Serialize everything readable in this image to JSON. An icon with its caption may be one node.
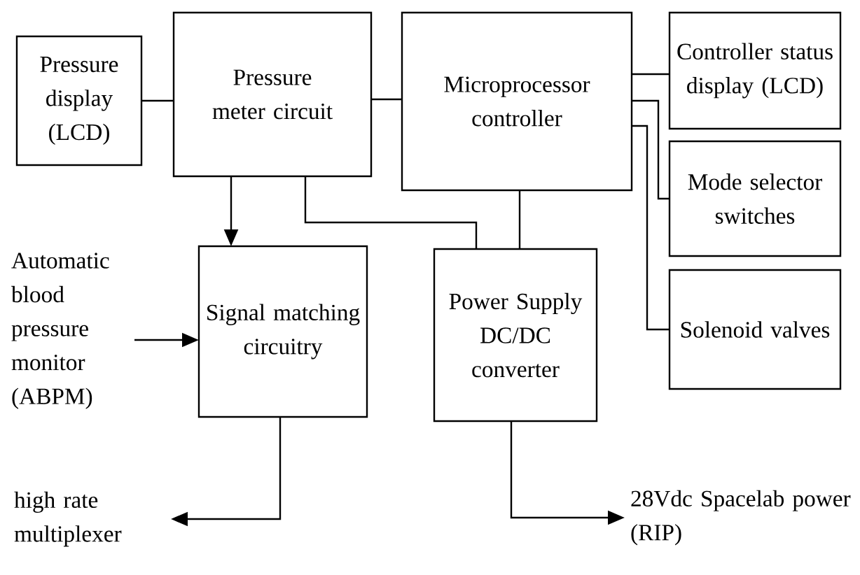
{
  "diagram": {
    "nodes": [
      {
        "text": [
          "Pressure display (LCD)"
        ]
      },
      {
        "text": [
          "Pressure meter circuit"
        ]
      },
      {
        "text": [
          "Microprocessor controller"
        ]
      },
      {
        "text": [
          "Controller status display (LCD)"
        ]
      },
      {
        "text": [
          "Mode selector switches"
        ]
      },
      {
        "text": [
          "Solenoid valves"
        ]
      },
      {
        "text": [
          "Automatic blood pressure monitor (ABPM)"
        ]
      },
      {
        "text": [
          "Signal matching circuitry"
        ]
      },
      {
        "text": [
          "Power Supply DC/DC converter"
        ]
      },
      {
        "text": [
          "high rate multiplexer"
        ]
      },
      {
        "text": [
          "28Vdc Spacelab power (RIP)"
        ]
      }
    ],
    "edges": [
      {
        "from": 0,
        "to": 1,
        "arrow": "none"
      },
      {
        "from": 1,
        "to": 2,
        "arrow": "none"
      },
      {
        "from": 2,
        "to": 3,
        "arrow": "none"
      },
      {
        "from": 2,
        "to": 4,
        "arrow": "none"
      },
      {
        "from": 2,
        "to": 5,
        "arrow": "none"
      },
      {
        "from": 1,
        "to": 7,
        "arrow": "to"
      },
      {
        "from": 1,
        "to": 8,
        "arrow": "none"
      },
      {
        "from": 2,
        "to": 8,
        "arrow": "none"
      },
      {
        "from": 6,
        "to": 7,
        "arrow": "to"
      },
      {
        "from": 7,
        "to": 9,
        "arrow": "to"
      },
      {
        "from": 8,
        "to": 10,
        "arrow": "to"
      }
    ]
  }
}
